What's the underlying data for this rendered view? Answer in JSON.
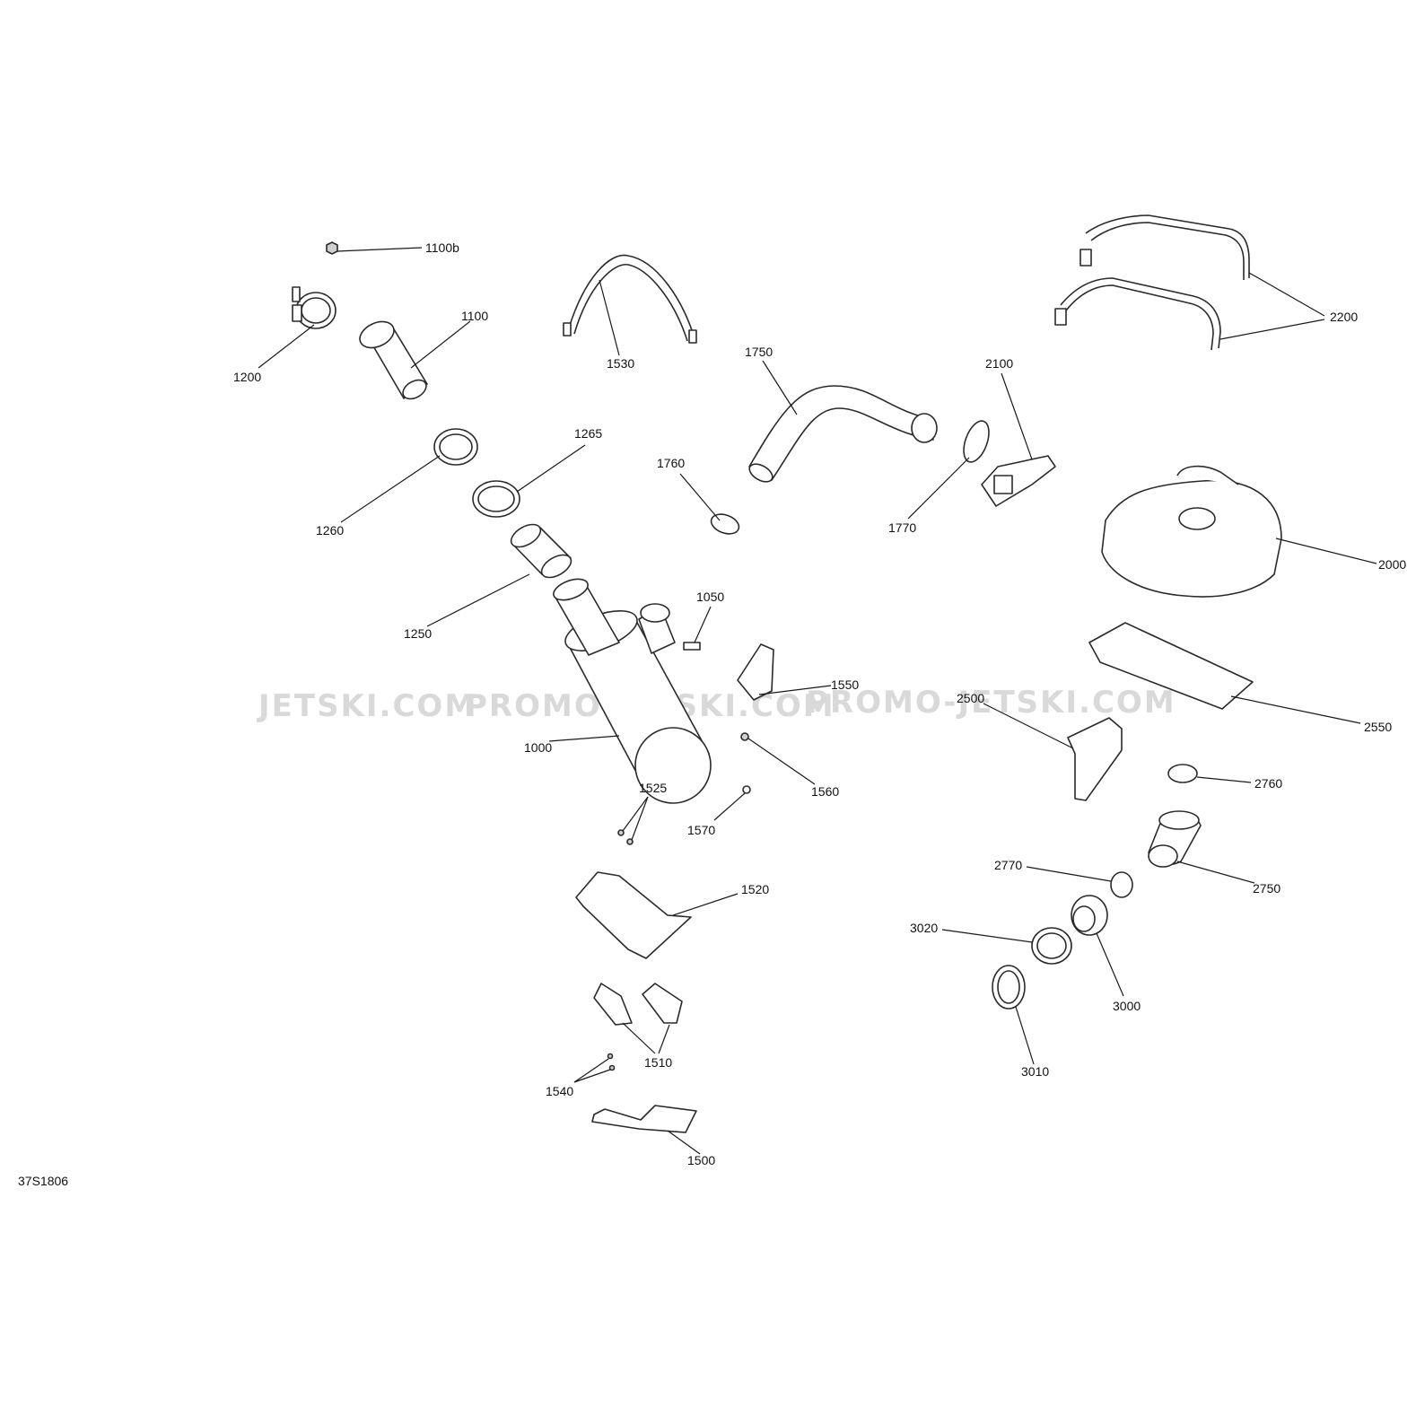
{
  "watermarks": [
    "JETSKI.COM",
    "PROMO-JETSKI.COM",
    "PROMO-JETSKI.COM"
  ],
  "diagram_code": "37S1806",
  "labels": {
    "l1100b": "1100b",
    "l1100": "1100",
    "l1200": "1200",
    "l1530": "1530",
    "l1750": "1750",
    "l2100": "2100",
    "l2200": "2200",
    "l1265": "1265",
    "l1260": "1260",
    "l1760": "1760",
    "l1770": "1770",
    "l2000": "2000",
    "l1250": "1250",
    "l1050": "1050",
    "l1000": "1000",
    "l1550": "1550",
    "l2500": "2500",
    "l2550": "2550",
    "l1560": "1560",
    "l1525": "1525",
    "l1570": "1570",
    "l2760": "2760",
    "l2770": "2770",
    "l2750": "2750",
    "l1520": "1520",
    "l3020": "3020",
    "l3000": "3000",
    "l3010": "3010",
    "l1510": "1510",
    "l1540": "1540",
    "l1500": "1500"
  }
}
